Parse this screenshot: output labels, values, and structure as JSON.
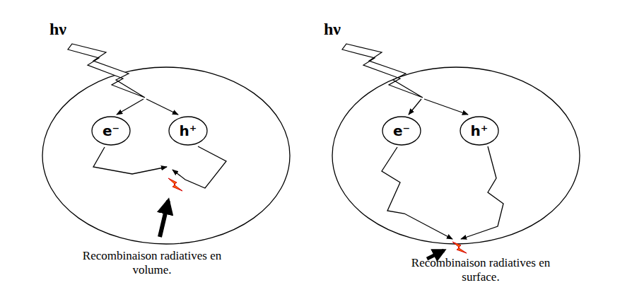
{
  "diagram": {
    "nodes": [
      {
        "text": [
          "e⁻"
        ]
      },
      {
        "text": [
          "h⁺"
        ]
      },
      {
        "text": [
          "e⁻"
        ]
      },
      {
        "text": [
          "h⁺"
        ]
      }
    ],
    "labels": [
      "hν",
      "hν",
      "Recombinaison radiatives en volume.",
      "Recombinaison radiatives en surface."
    ]
  }
}
